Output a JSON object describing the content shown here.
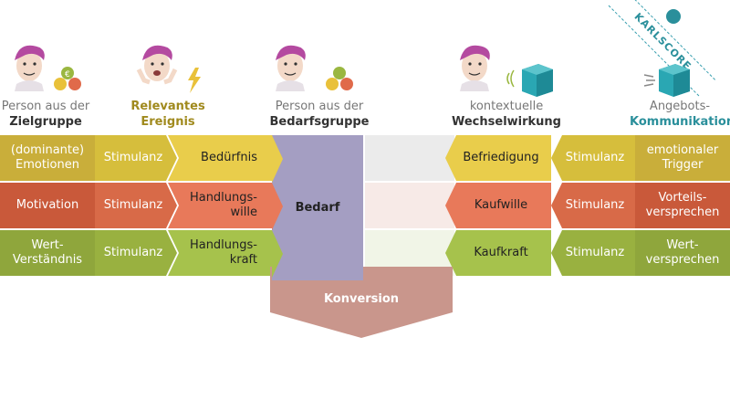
{
  "headers": [
    {
      "top": "Person aus der",
      "bottom": "Zielgruppe",
      "style": "dark"
    },
    {
      "top": "Relevantes",
      "bottom": "Ereignis",
      "style": "gold"
    },
    {
      "top": "Person aus der",
      "bottom": "Bedarfsgruppe",
      "style": "dark"
    },
    {
      "top": "kontextuelle",
      "bottom": "Wechselwirkung",
      "style": "dark"
    },
    {
      "top": "Angebots-",
      "bottom": "Kommunikation",
      "style": "teal"
    }
  ],
  "rows": [
    {
      "left": "(dominante)\nEmotionen",
      "stim_left": "Stimulanz",
      "mid_left": "Bedürfnis",
      "mid_right": "Befriedigung",
      "stim_right": "Stimulanz",
      "right": "emotionaler\nTrigger",
      "colors": {
        "a": "#c9ae3a",
        "b": "#d6be3c",
        "c": "#e9cd4b",
        "d": "#ebebeb"
      }
    },
    {
      "left": "Motivation",
      "stim_left": "Stimulanz",
      "mid_left": "Handlungs-\nwille",
      "mid_right": "Kaufwille",
      "stim_right": "Stimulanz",
      "right": "Vorteils-\nversprechen",
      "colors": {
        "a": "#c9593a",
        "b": "#d86a48",
        "c": "#e8795a",
        "d": "#f7eae7"
      }
    },
    {
      "left": "Wert-\nVerständnis",
      "stim_left": "Stimulanz",
      "mid_left": "Handlungs-\nkraft",
      "mid_right": "Kaufkraft",
      "stim_right": "Stimulanz",
      "right": "Wert-\nversprechen",
      "colors": {
        "a": "#8fa63c",
        "b": "#99b140",
        "c": "#a6c24c",
        "d": "#f1f5e7"
      }
    }
  ],
  "center": {
    "bedarf": "Bedarf",
    "konversion": "Konversion"
  },
  "brand": "KARLSCORE",
  "currency_symbol": "€"
}
